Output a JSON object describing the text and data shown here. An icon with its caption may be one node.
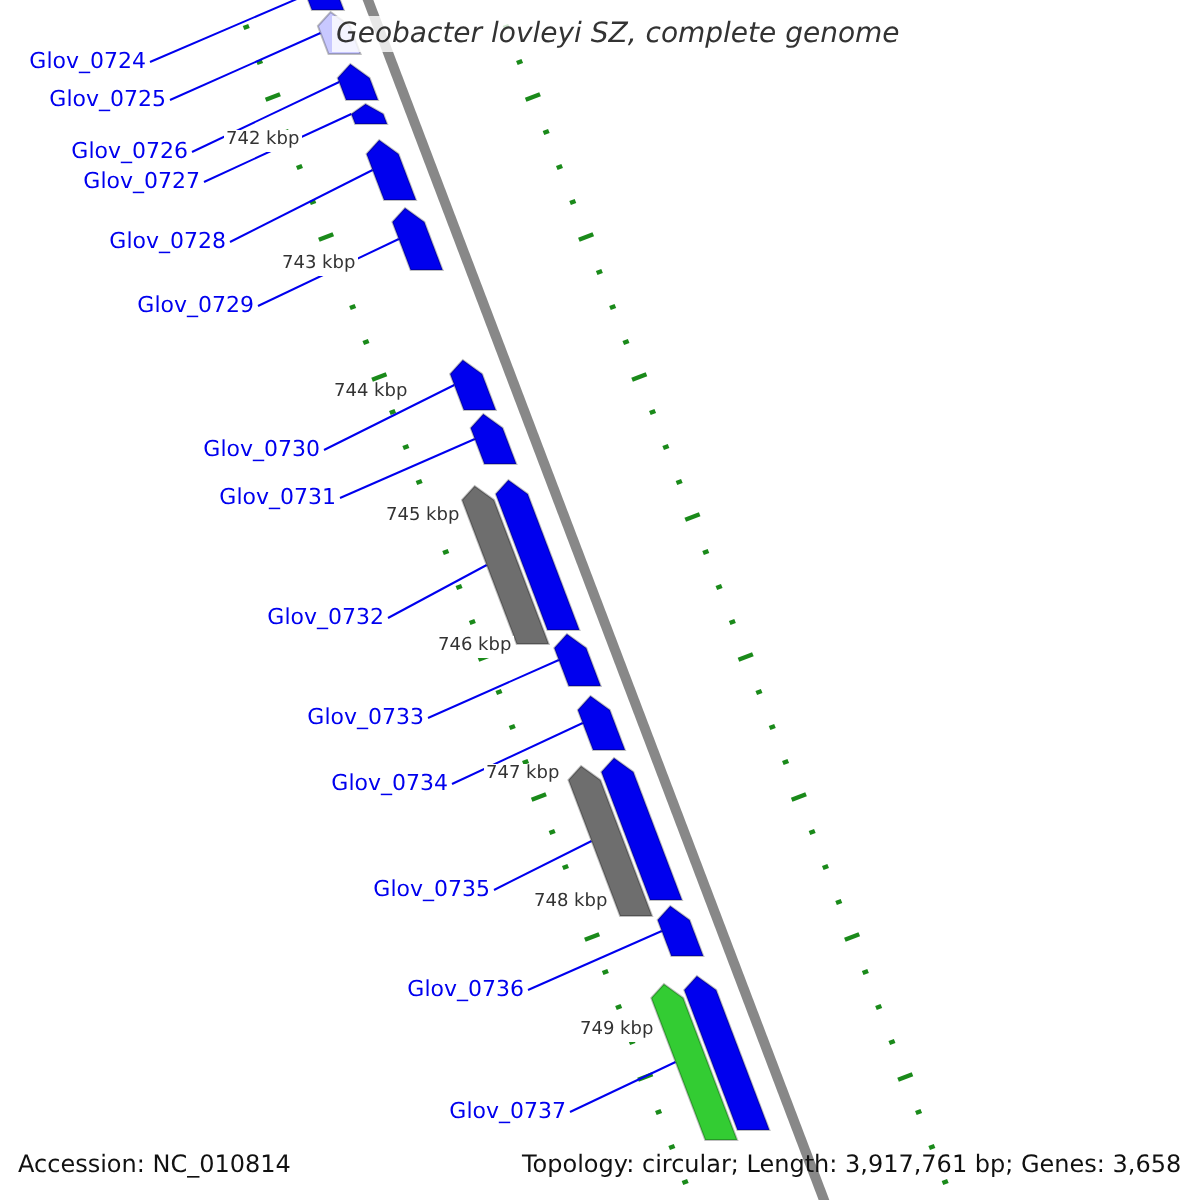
{
  "diagram": {
    "title": "Geobacter lovleyi SZ, complete genome",
    "nodes": [
      {
        "text": [
          "Glov_0724"
        ]
      },
      {
        "text": [
          "Glov_0725"
        ]
      },
      {
        "text": [
          "Glov_0726"
        ]
      },
      {
        "text": [
          "Glov_0727"
        ]
      },
      {
        "text": [
          "Glov_0728"
        ]
      },
      {
        "text": [
          "Glov_0729"
        ]
      },
      {
        "text": [
          "Glov_0730"
        ]
      },
      {
        "text": [
          "Glov_0731"
        ]
      },
      {
        "text": [
          "Glov_0732"
        ]
      },
      {
        "text": [
          "Glov_0733"
        ]
      },
      {
        "text": [
          "Glov_0734"
        ]
      },
      {
        "text": [
          "Glov_0735"
        ]
      },
      {
        "text": [
          "Glov_0736"
        ]
      },
      {
        "text": [
          "Glov_0737"
        ]
      },
      {
        "text": [],
        "shape": "bar"
      },
      {
        "text": [],
        "shape": "bar"
      },
      {
        "text": [],
        "shape": "bar"
      },
      {
        "text": [],
        "shape": "bar"
      },
      {
        "text": [],
        "shape": "bar"
      },
      {
        "text": [],
        "shape": "bar"
      },
      {
        "text": [],
        "shape": "bar"
      },
      {
        "text": [],
        "shape": "bar"
      },
      {
        "text": [],
        "shape": "bar"
      },
      {
        "text": [],
        "shape": "bar"
      },
      {
        "text": [],
        "shape": "bar"
      },
      {
        "text": [],
        "shape": "bar"
      },
      {
        "text": [],
        "shape": "bar"
      },
      {
        "text": [],
        "shape": "bar"
      },
      {
        "text": [],
        "shape": "bar"
      },
      {
        "text": [],
        "shape": "bar"
      },
      {
        "text": [],
        "shape": "bar"
      }
    ],
    "edges": [
      {
        "from": 0,
        "to": 14,
        "arrow": "none"
      },
      {
        "from": 1,
        "to": 15,
        "arrow": "none"
      },
      {
        "from": 2,
        "to": 16,
        "arrow": "none"
      },
      {
        "from": 3,
        "to": 17,
        "arrow": "none"
      },
      {
        "from": 4,
        "to": 18,
        "arrow": "none"
      },
      {
        "from": 5,
        "to": 19,
        "arrow": "none"
      },
      {
        "from": 6,
        "to": 20,
        "arrow": "none"
      },
      {
        "from": 7,
        "to": 21,
        "arrow": "none"
      },
      {
        "from": 8,
        "to": 22,
        "arrow": "none"
      },
      {
        "from": 9,
        "to": 24,
        "arrow": "none"
      },
      {
        "from": 10,
        "to": 25,
        "arrow": "none"
      },
      {
        "from": 11,
        "to": 26,
        "arrow": "none"
      },
      {
        "from": 12,
        "to": 28,
        "arrow": "none"
      },
      {
        "from": 13,
        "to": 29,
        "arrow": "none"
      }
    ],
    "labels": [
      "742 kbp",
      "743 kbp",
      "744 kbp",
      "745 kbp",
      "746 kbp",
      "747 kbp",
      "748 kbp",
      "749 kbp",
      "Accession: NC_010814",
      "Topology: circular; Length: 3,917,761 bp; Genes: 3,658"
    ]
  }
}
